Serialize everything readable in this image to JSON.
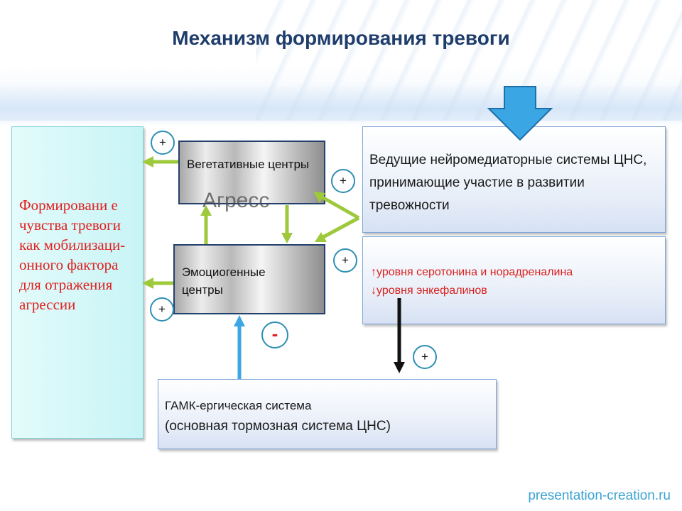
{
  "title": "Механизм формирования тревоги",
  "left_box_text": "Формировани е чувства тревоги как мобилизаци-онного фактора для отражения агрессии",
  "vegetative_label": "Вегетативные центры",
  "emotiogenic_label": "Эмоциогенные центры",
  "ghost_text": "Агресс",
  "neuromediator_text": "Ведущие нейромедиаторные системы ЦНС, принимающие участие в развитии тревожности",
  "levels": {
    "line1": "↑уровня серотонина и норадреналина",
    "line2": "↓уровня энкефалинов"
  },
  "gaba": {
    "line1": "ГАМК-ергическая система",
    "line2": "(основная тормозная система ЦНС)"
  },
  "signs": {
    "plus": "+",
    "minus": "-"
  },
  "footer": "presentation-creation.ru",
  "colors": {
    "arrow_green": "#9dc93b",
    "arrow_blue": "#3aa6e3",
    "title": "#1f3d6b",
    "highlight_text": "#e0201f"
  }
}
